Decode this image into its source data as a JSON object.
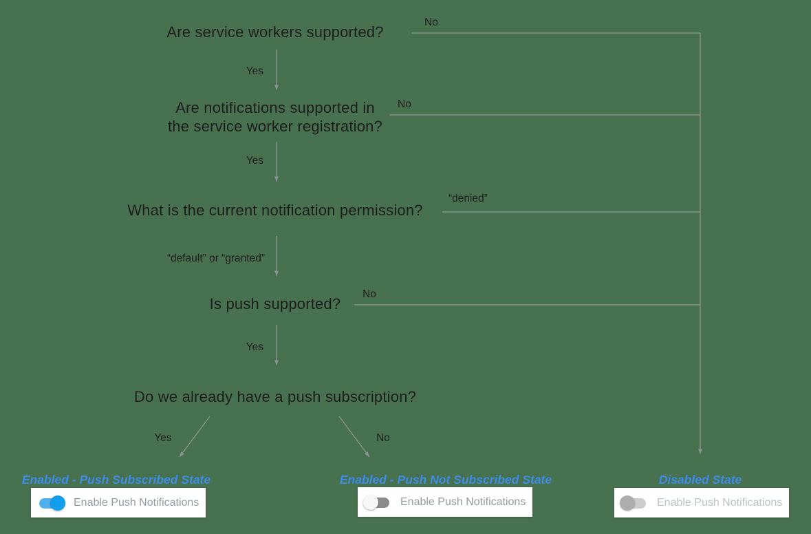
{
  "colors": {
    "background": "#48714F",
    "question_text": "#1E1E1E",
    "connector_line": "#9FA1A0",
    "arrowhead": "#8A9496",
    "state_label": "#3D8DE8",
    "toggle_on_knob": "#119EEC",
    "toggle_on_track": "#4FB0EF",
    "toggle_off_knob": "#F7F7F7",
    "toggle_off_track": "#8A8A8A",
    "toggle_disabled_knob": "#ADADAD",
    "toggle_disabled_track": "#CDCDCD",
    "card_label": "#959BA1",
    "card_label_disabled": "#BCC1C5"
  },
  "flow": {
    "q1": {
      "text": "Are service workers supported?",
      "no": "No",
      "yes": "Yes"
    },
    "q2": {
      "text_line1": "Are notifications supported in",
      "text_line2": "the service worker registration?",
      "no": "No",
      "yes": "Yes"
    },
    "q3": {
      "text": "What is the current notification permission?",
      "no": "“denied”",
      "yes": "“default” or “granted”"
    },
    "q4": {
      "text": "Is push supported?",
      "no": "No",
      "yes": "Yes"
    },
    "q5": {
      "text": "Do we already have a push subscription?",
      "yes": "Yes",
      "no": "No"
    }
  },
  "states": [
    {
      "label": "Enabled - Push Subscribed State",
      "toggle_state": "on",
      "toggle_label": "Enable Push Notifications"
    },
    {
      "label": "Enabled - Push Not Subscribed State",
      "toggle_state": "off",
      "toggle_label": "Enable Push Notifications"
    },
    {
      "label": "Disabled State",
      "toggle_state": "disabled",
      "toggle_label": "Enable Push Notifications"
    }
  ]
}
